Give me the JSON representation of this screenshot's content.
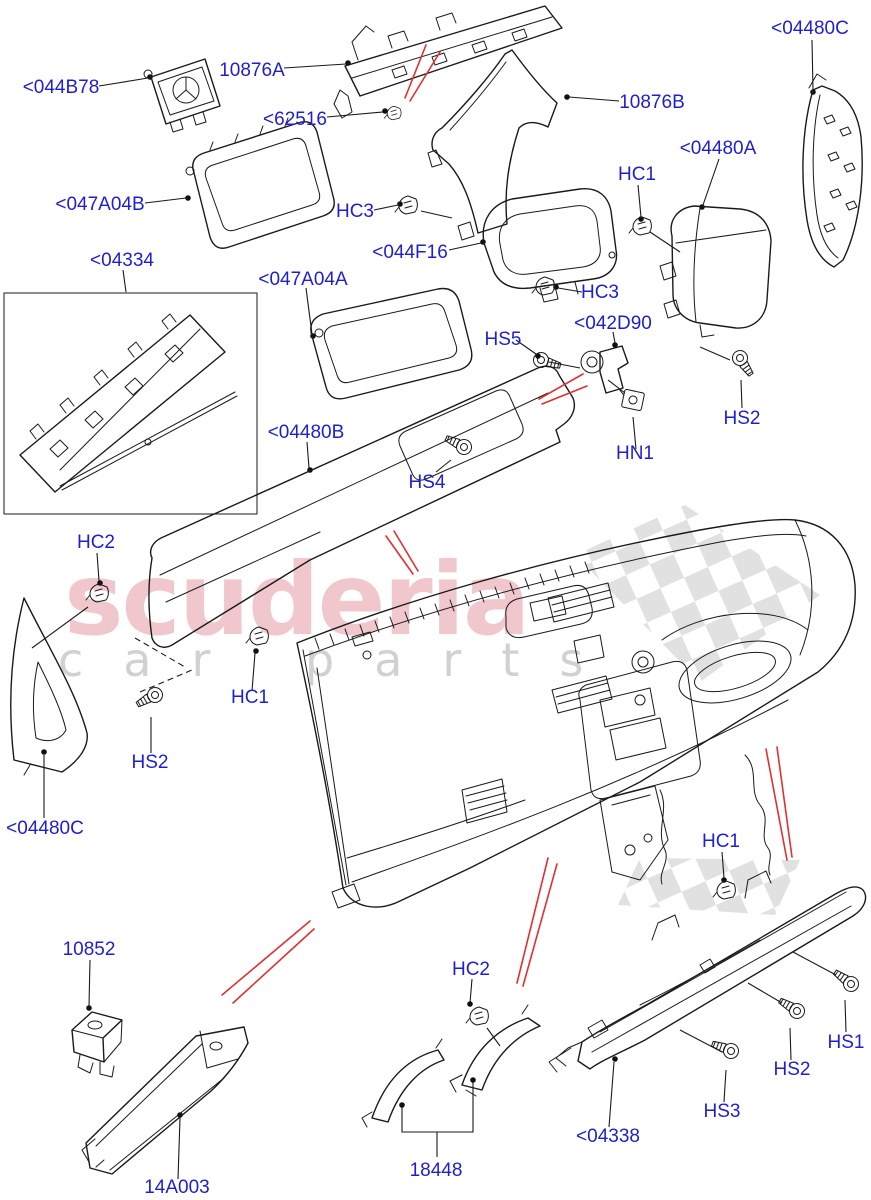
{
  "watermark": {
    "brand": "scuderia",
    "tagline": "car parts",
    "brand_color": "#d95d73",
    "tagline_color": "#c9c9c9"
  },
  "diagram": {
    "label_color": "#1e1ed2",
    "line_color": "#1a1a1a",
    "arrow_color": "#e03030",
    "type": "exploded-parts-diagram",
    "subject": "instrument panel components"
  },
  "labels": [
    {
      "text": "<044B78"
    },
    {
      "text": "10876A"
    },
    {
      "text": "<62516"
    },
    {
      "text": "<047A04B"
    },
    {
      "text": "HC3"
    },
    {
      "text": "<044F16"
    },
    {
      "text": "<04334"
    },
    {
      "text": "<047A04A"
    },
    {
      "text": "10876B"
    },
    {
      "text": "<04480C"
    },
    {
      "text": "<04480A"
    },
    {
      "text": "HC1"
    },
    {
      "text": "HC3"
    },
    {
      "text": "HS5"
    },
    {
      "text": "<042D90"
    },
    {
      "text": "HS2"
    },
    {
      "text": "HN1"
    },
    {
      "text": "<04480B"
    },
    {
      "text": "HS4"
    },
    {
      "text": "HC2"
    },
    {
      "text": "HC1"
    },
    {
      "text": "HS2"
    },
    {
      "text": "<04480C"
    },
    {
      "text": "10852"
    },
    {
      "text": "14A003"
    },
    {
      "text": "18448"
    },
    {
      "text": "HC2"
    },
    {
      "text": "<04338"
    },
    {
      "text": "HS3"
    },
    {
      "text": "HS2"
    },
    {
      "text": "HS1"
    },
    {
      "text": "HC1"
    }
  ]
}
